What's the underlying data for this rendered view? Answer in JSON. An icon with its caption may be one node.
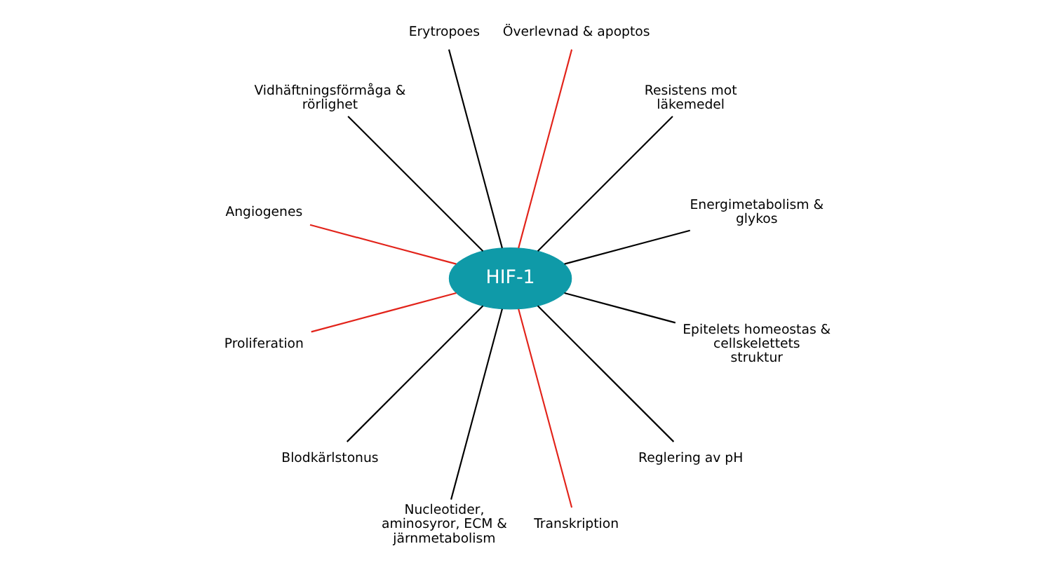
{
  "diagram": {
    "nodes": [
      {
        "text": [
          "HIF-1"
        ]
      },
      {
        "text": [
          "Energimetabolism & glykos"
        ]
      },
      {
        "text": [
          "Resistens mot läkemedel"
        ]
      },
      {
        "text": [
          "Överlevnad & apoptos"
        ]
      },
      {
        "text": [
          "Erytropoes"
        ]
      },
      {
        "text": [
          "Vidhäftningsförmåga & rörlighet"
        ]
      },
      {
        "text": [
          "Angiogenes"
        ]
      },
      {
        "text": [
          "Proliferation"
        ]
      },
      {
        "text": [
          "Blodkärlstonus"
        ]
      },
      {
        "text": [
          "Nucleotider, aminosyror, ECM & järnmetabolism"
        ]
      },
      {
        "text": [
          "Transkription"
        ]
      },
      {
        "text": [
          "Reglering av pH"
        ]
      },
      {
        "text": [
          "Epitelets homeostas & cellskelettets struktur"
        ]
      }
    ],
    "edges": [
      {
        "from": 0,
        "to": 1,
        "arrow": "none"
      },
      {
        "from": 0,
        "to": 2,
        "arrow": "none"
      },
      {
        "from": 0,
        "to": 3,
        "arrow": "none",
        "color": "#e2231a"
      },
      {
        "from": 0,
        "to": 4,
        "arrow": "none"
      },
      {
        "from": 0,
        "to": 5,
        "arrow": "none"
      },
      {
        "from": 0,
        "to": 6,
        "arrow": "none",
        "color": "#e2231a"
      },
      {
        "from": 0,
        "to": 7,
        "arrow": "none",
        "color": "#e2231a"
      },
      {
        "from": 0,
        "to": 8,
        "arrow": "none"
      },
      {
        "from": 0,
        "to": 9,
        "arrow": "none"
      },
      {
        "from": 0,
        "to": 10,
        "arrow": "none",
        "color": "#e2231a"
      },
      {
        "from": 0,
        "to": 11,
        "arrow": "none"
      },
      {
        "from": 0,
        "to": 12,
        "arrow": "none"
      }
    ]
  }
}
